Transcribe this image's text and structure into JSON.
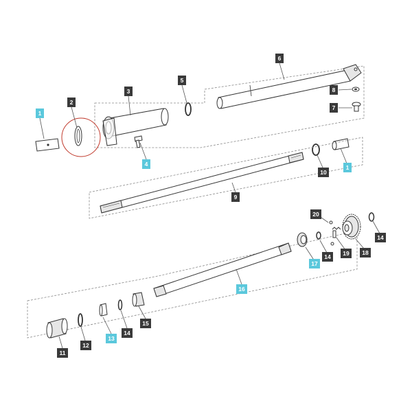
{
  "callouts": {
    "c1a": "1",
    "c1b": "1",
    "c2": "2",
    "c3": "3",
    "c4": "4",
    "c5": "5",
    "c6": "6",
    "c7": "7",
    "c8": "8",
    "c9": "9",
    "c10": "10",
    "c11": "11",
    "c12": "12",
    "c13": "13",
    "c14a": "14",
    "c14b": "14",
    "c14c": "14",
    "c15": "15",
    "c16": "16",
    "c17": "17",
    "c18": "18",
    "c19": "19",
    "c20": "20"
  },
  "colors": {
    "highlight": "#5bc8dc",
    "callout_default": "#3a3a3a",
    "detail_circle": "#c0392b"
  }
}
